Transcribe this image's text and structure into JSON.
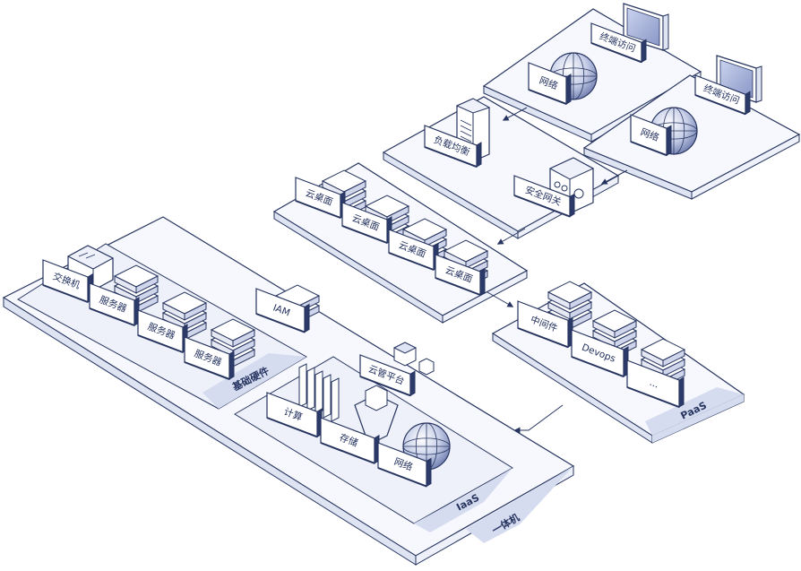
{
  "labels": {
    "terminal_top": "终端访问",
    "network_top": "网络",
    "terminal_right": "终端访问",
    "network_right": "网络",
    "load_balancer": "负载均衡",
    "security_gateway": "安全网关",
    "desktop_1": "云桌面",
    "desktop_2": "云桌面",
    "desktop_3": "云桌面",
    "desktop_4": "云桌面",
    "switch": "交换机",
    "server_1": "服务器",
    "server_2": "服务器",
    "server_3": "服务器",
    "iam": "IAM",
    "cloud_platform": "云管平台",
    "compute": "计算",
    "storage": "存储",
    "network_iaas": "网络",
    "middleware": "中间件",
    "devops": "Devops",
    "ellipsis": "...",
    "paas_tag": "PaaS",
    "base_hw_tag": "基础硬件",
    "iaas_tag": "IaaS",
    "appliance_tag": "一体机"
  },
  "colors": {
    "line": "#26345f",
    "plate": "#f7f8fd",
    "plate_dark": "#e4e8f5",
    "tag_fill": "#d5dcf0",
    "label_fill": "#ffffff",
    "shadow": "#2c3a6a"
  }
}
